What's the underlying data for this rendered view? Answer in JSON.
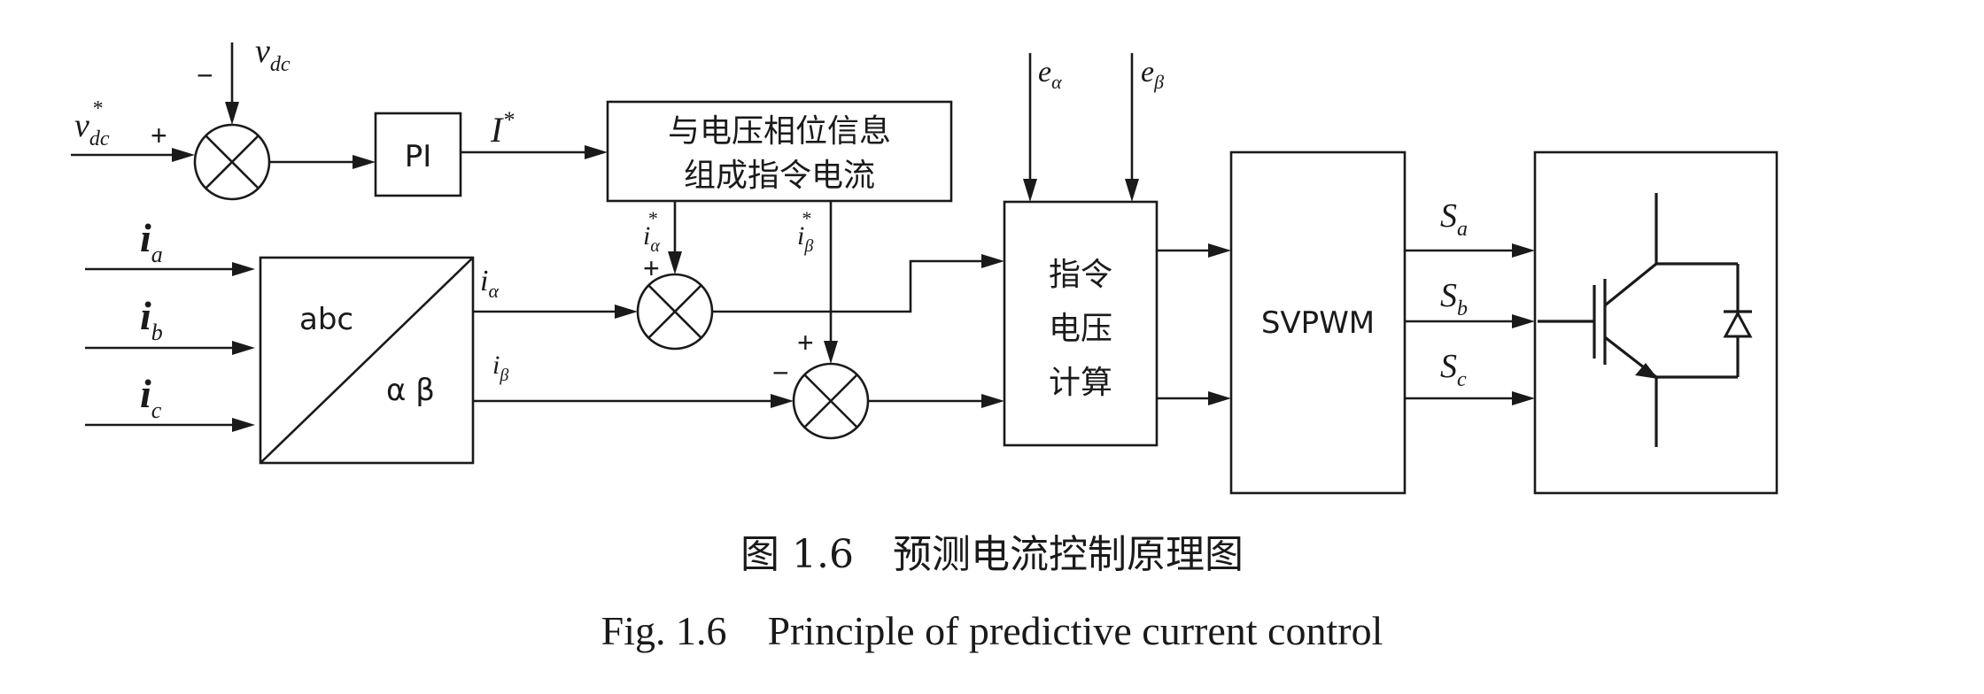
{
  "blocks": {
    "pi": "PI",
    "ref_gen": [
      "与电压相位信息",
      "组成指令电流"
    ],
    "abc": "abc",
    "alphabeta": "α β",
    "voltage_calc": [
      "指令",
      "电压",
      "计算"
    ],
    "svpwm": "SVPWM"
  },
  "signals": {
    "vdc_ref": "v",
    "vdc_ref_sub": "dc",
    "vdc": "v",
    "vdc_sub": "dc",
    "I_ref": "I",
    "ia": "i",
    "ia_sub": "a",
    "ib": "i",
    "ib_sub": "b",
    "ic": "i",
    "ic_sub": "c",
    "i_alpha": "i",
    "i_alpha_sub": "α",
    "i_beta": "i",
    "i_beta_sub": "β",
    "i_alpha_ref": "i",
    "i_alpha_ref_sub": "α",
    "i_beta_ref": "i",
    "i_beta_ref_sub": "β",
    "e_alpha": "e",
    "e_alpha_sub": "α",
    "e_beta": "e",
    "e_beta_sub": "β",
    "Sa": "S",
    "Sa_sub": "a",
    "Sb": "S",
    "Sb_sub": "b",
    "Sc": "S",
    "Sc_sub": "c",
    "star": "*"
  },
  "signs": {
    "sum1_plus": "+",
    "sum1_minus": "−",
    "sum2_plus": "+",
    "sum3_plus": "+",
    "sum3_minus": "−"
  },
  "caption": {
    "cn": "图 1.6　预测电流控制原理图",
    "en": "Fig. 1.6　Principle of predictive current control"
  }
}
